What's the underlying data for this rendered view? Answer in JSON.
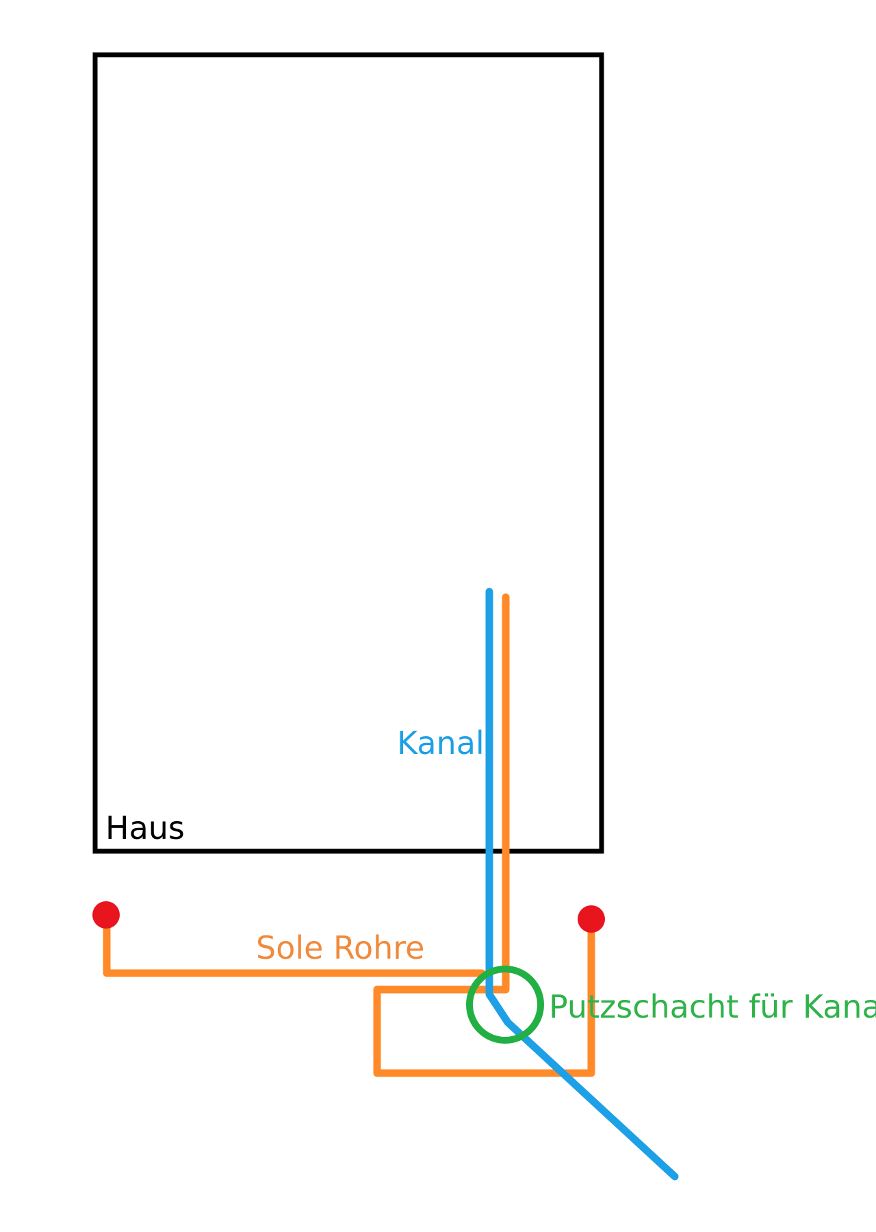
{
  "labels": {
    "house": "Haus",
    "sewer": "Kanal",
    "brine_pipes": "Sole Rohre",
    "cleanout": "Putzschacht für Kanal"
  },
  "colors": {
    "house_outline": "#000000",
    "sewer_line": "#1ea0e6",
    "brine_pipe": "#ff8a2a",
    "cleanout_ring": "#22b045",
    "endpoint_marker": "#e8141e",
    "label_house": "#000000",
    "label_sewer": "#1ea0e6",
    "label_brine": "#f08a3c",
    "label_cleanout": "#2fb34a"
  }
}
